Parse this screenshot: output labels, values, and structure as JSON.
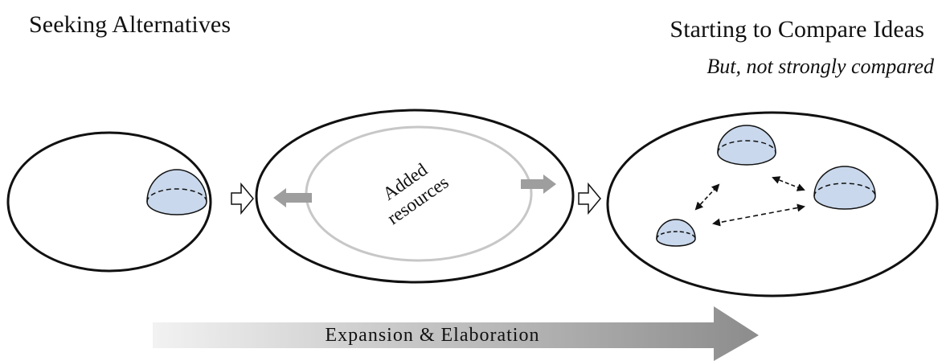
{
  "headings": {
    "left_title": "Seeking Alternatives",
    "right_title": "Starting to Compare Ideas",
    "right_subtitle": "But, not strongly compared"
  },
  "middle": {
    "label_line1": "Added",
    "label_line2": "resources"
  },
  "bottom_arrow": {
    "label": "Expansion & Elaboration"
  },
  "colors": {
    "outline": "#111111",
    "hemisphere_fill": "#c9d8ec",
    "inner_ellipse": "#c7c7c7",
    "grey_arrow": "#9e9e9e",
    "bottom_arrow_dark": "#8c8c8c",
    "bottom_arrow_light": "#f2f2f2"
  },
  "icons": [
    "hollow-right-arrow-icon",
    "grey-left-arrow-icon",
    "grey-right-arrow-icon",
    "double-headed-dashed-arrow-icon"
  ]
}
